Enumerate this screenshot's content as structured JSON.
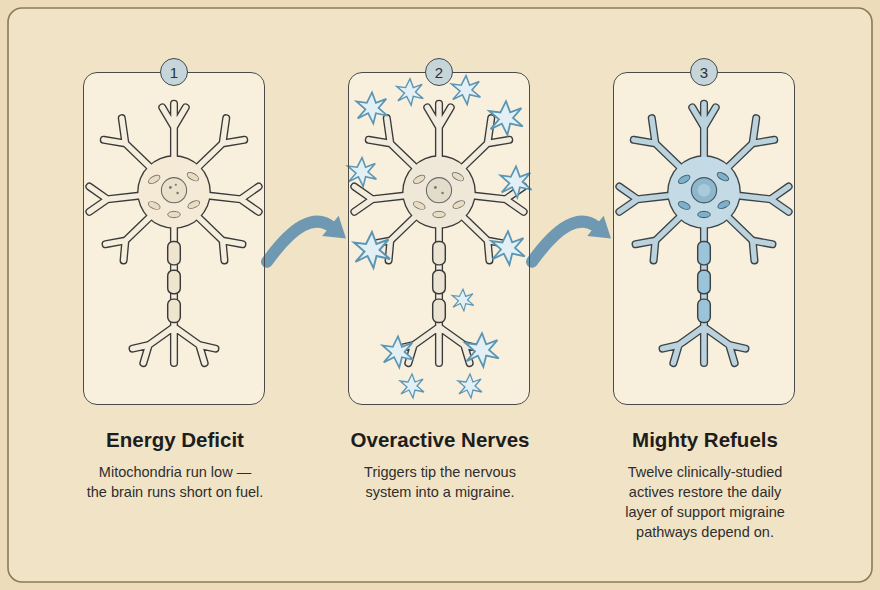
{
  "diagram": {
    "nodes": [
      {
        "text": [
          "Energy Deficit",
          "Mitochondria run low — the brain runs short on fuel."
        ]
      },
      {
        "text": [
          "1"
        ],
        "in": 0
      },
      {
        "text": [
          "Overactive Nerves",
          "Triggers tip the nervous system into a migraine."
        ]
      },
      {
        "text": [
          "2"
        ],
        "in": 2
      },
      {
        "text": [
          "Mighty Refuels",
          "Twelve clinically-studied actives restore the daily layer of support migraine pathways depend on."
        ]
      },
      {
        "text": [
          "3"
        ],
        "in": 4
      }
    ],
    "edges": [
      {
        "from": 0,
        "to": 2,
        "arrow": "to"
      },
      {
        "from": 2,
        "to": 4,
        "arrow": "to"
      }
    ]
  }
}
